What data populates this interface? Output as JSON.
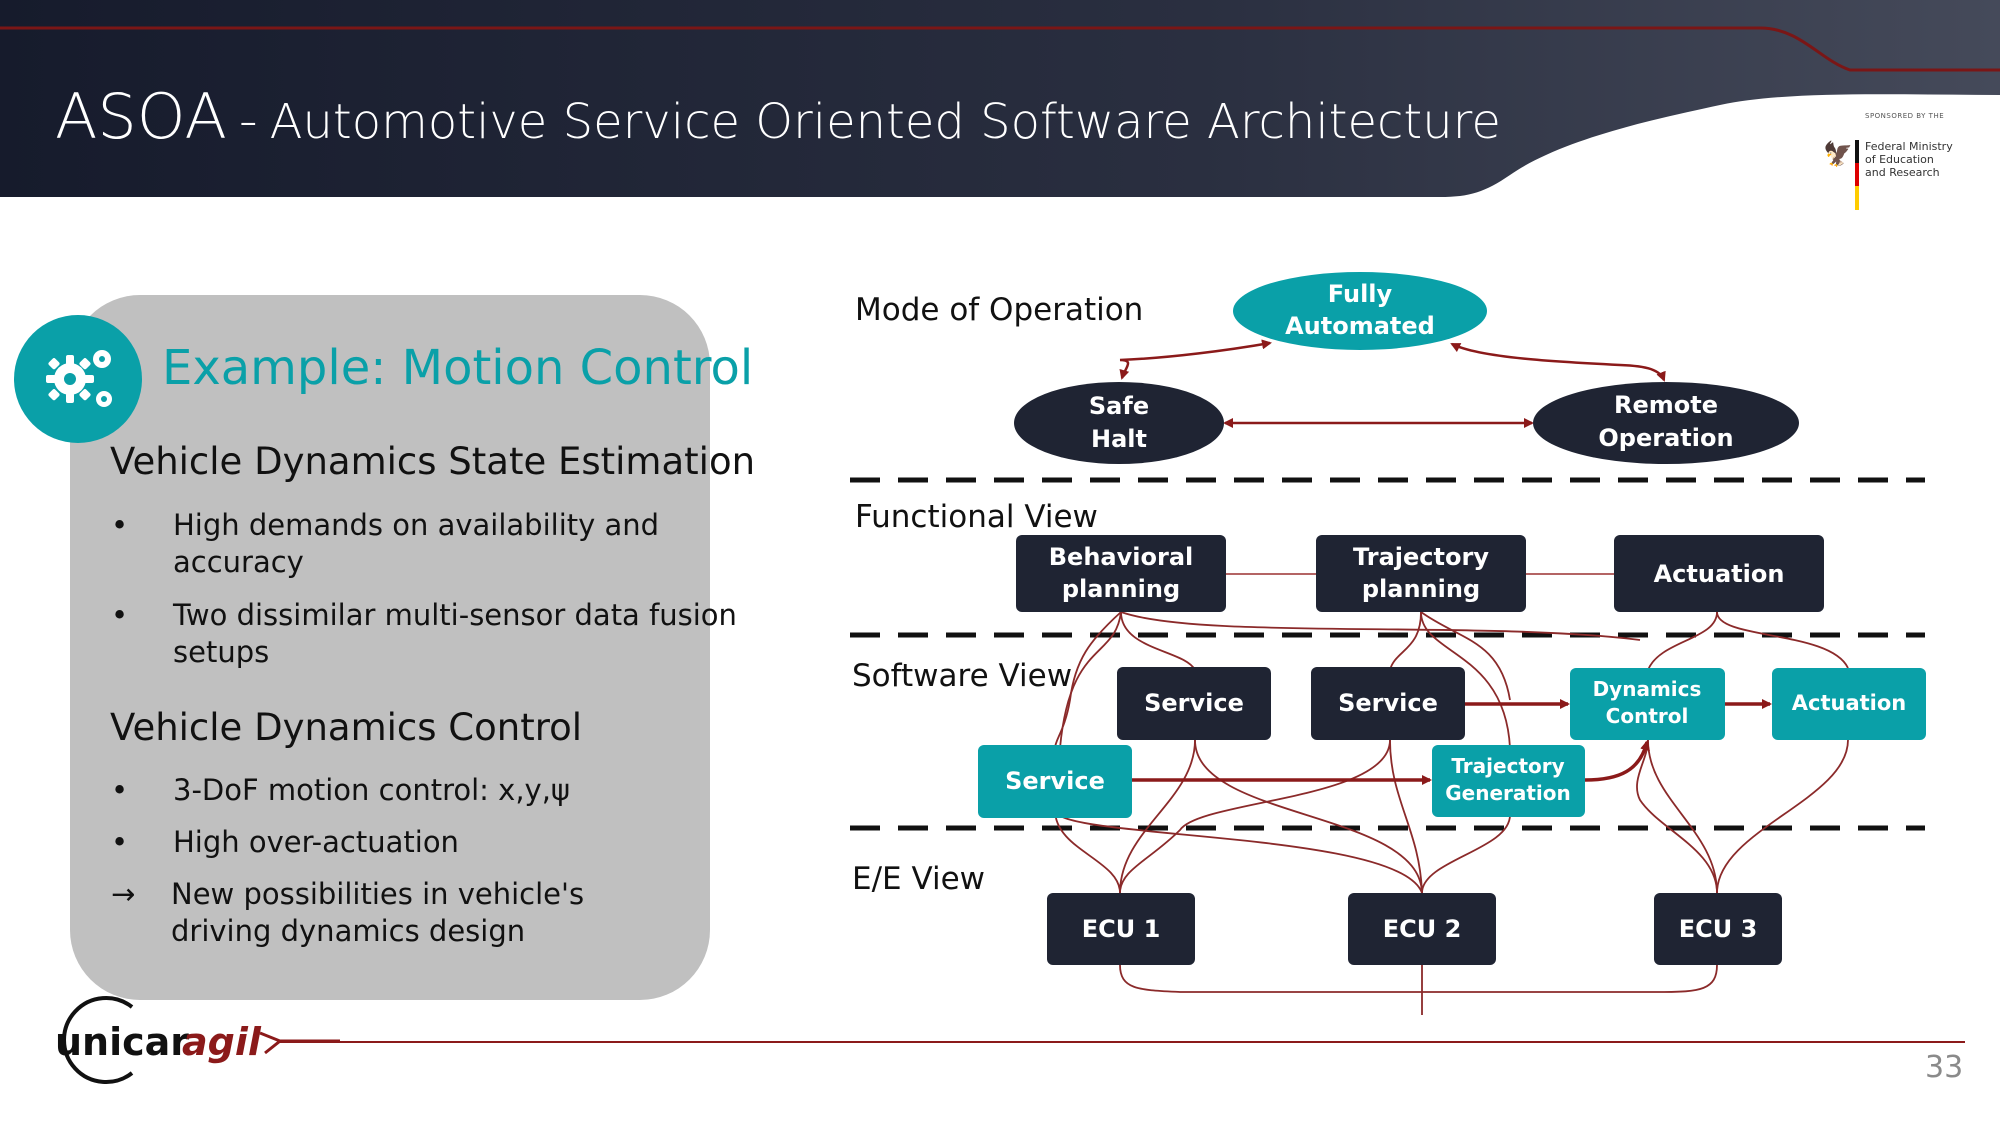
{
  "header": {
    "title_big": "ASOA",
    "title_dash": "-",
    "title_sub": "Automotive Service Oriented Software Architecture"
  },
  "sponsor": {
    "small": "SPONSORED BY THE",
    "line1": "Federal Ministry",
    "line2": "of Education",
    "line3": "and Research"
  },
  "card": {
    "title": "Example: Motion Control",
    "section1": "Vehicle Dynamics State Estimation",
    "s1_bullets": [
      {
        "mark": "•",
        "l1": "High demands on availability and",
        "l2": "accuracy"
      },
      {
        "mark": "•",
        "l1": "Two dissimilar multi-sensor data fusion",
        "l2": "setups"
      }
    ],
    "section2": "Vehicle Dynamics Control",
    "s2_bullets": [
      {
        "mark": "•",
        "l1": "3-DoF motion control: x,y,ψ"
      },
      {
        "mark": "•",
        "l1": "High over-actuation"
      },
      {
        "mark": "→",
        "l1": "New possibilities in vehicle's",
        "l2": "driving dynamics design"
      }
    ]
  },
  "diagram": {
    "layers": {
      "mode": "Mode of Operation",
      "functional": "Functional View",
      "software": "Software View",
      "ee": "E/E View"
    },
    "modes": {
      "fully_l1": "Fully",
      "fully_l2": "Automated",
      "safe_l1": "Safe",
      "safe_l2": "Halt",
      "remote_l1": "Remote",
      "remote_l2": "Operation"
    },
    "functional": {
      "behavioral_l1": "Behavioral",
      "behavioral_l2": "planning",
      "trajectory_l1": "Trajectory",
      "trajectory_l2": "planning",
      "actuation": "Actuation"
    },
    "software": {
      "service_a": "Service",
      "service_b": "Service",
      "service_c": "Service",
      "dynamics_l1": "Dynamics",
      "dynamics_l2": "Control",
      "actuation": "Actuation",
      "trajgen_l1": "Trajectory",
      "trajgen_l2": "Generation"
    },
    "ee": {
      "ecu1": "ECU 1",
      "ecu2": "ECU 2",
      "ecu3": "ECU 3"
    }
  },
  "footer": {
    "logo_a": "unicar",
    "logo_b": "agil",
    "page": "33"
  },
  "colors": {
    "navy": "#1f2433",
    "teal": "#0aa0a8",
    "dark_red": "#8b1a1a",
    "card_grey": "#c0c0c0"
  }
}
